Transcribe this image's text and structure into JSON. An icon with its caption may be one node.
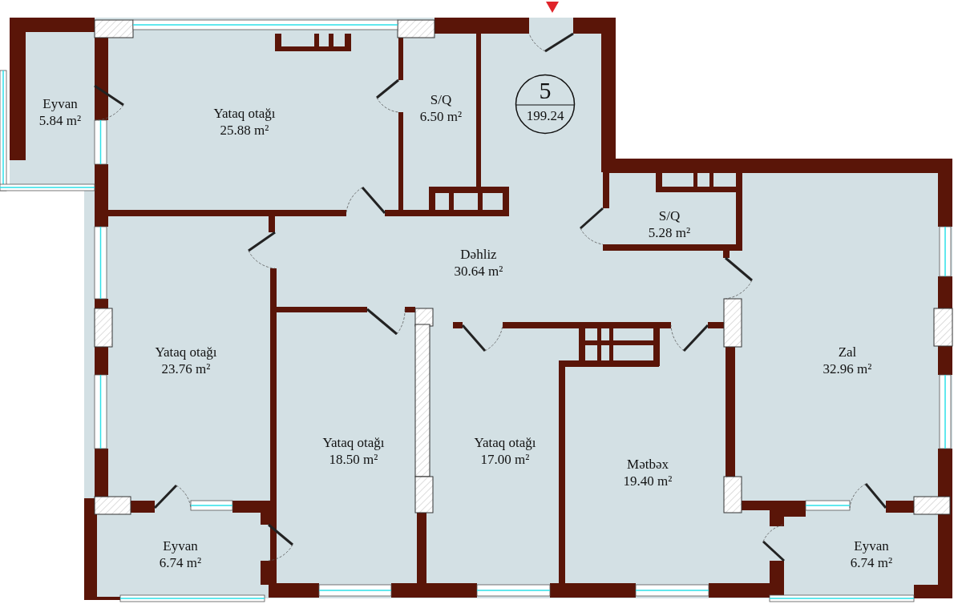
{
  "diagram": {
    "nodes": [
      {
        "text": [
          "Eyvan",
          "5.84 m²"
        ]
      },
      {
        "text": [
          "Yataq otağı",
          "25.88 m²"
        ]
      },
      {
        "text": [
          "S/Q",
          "6.50 m²"
        ]
      },
      {
        "text": [
          "5",
          "199.24"
        ]
      },
      {
        "text": [
          "S/Q",
          "5.28 m²"
        ]
      },
      {
        "text": [
          "Dəhliz",
          "30.64 m²"
        ]
      },
      {
        "text": [
          "Yataq otağı",
          "23.76 m²"
        ]
      },
      {
        "text": [
          "Zal",
          "32.96 m²"
        ]
      },
      {
        "text": [
          "Yataq otağı",
          "18.50 m²"
        ]
      },
      {
        "text": [
          "Yataq otağı",
          "17.00 m²"
        ]
      },
      {
        "text": [
          "Mətbəx",
          "19.40 m²"
        ]
      },
      {
        "text": [
          "Eyvan",
          "6.74 m²"
        ]
      },
      {
        "text": [
          "Eyvan",
          "6.74 m²"
        ]
      }
    ]
  }
}
